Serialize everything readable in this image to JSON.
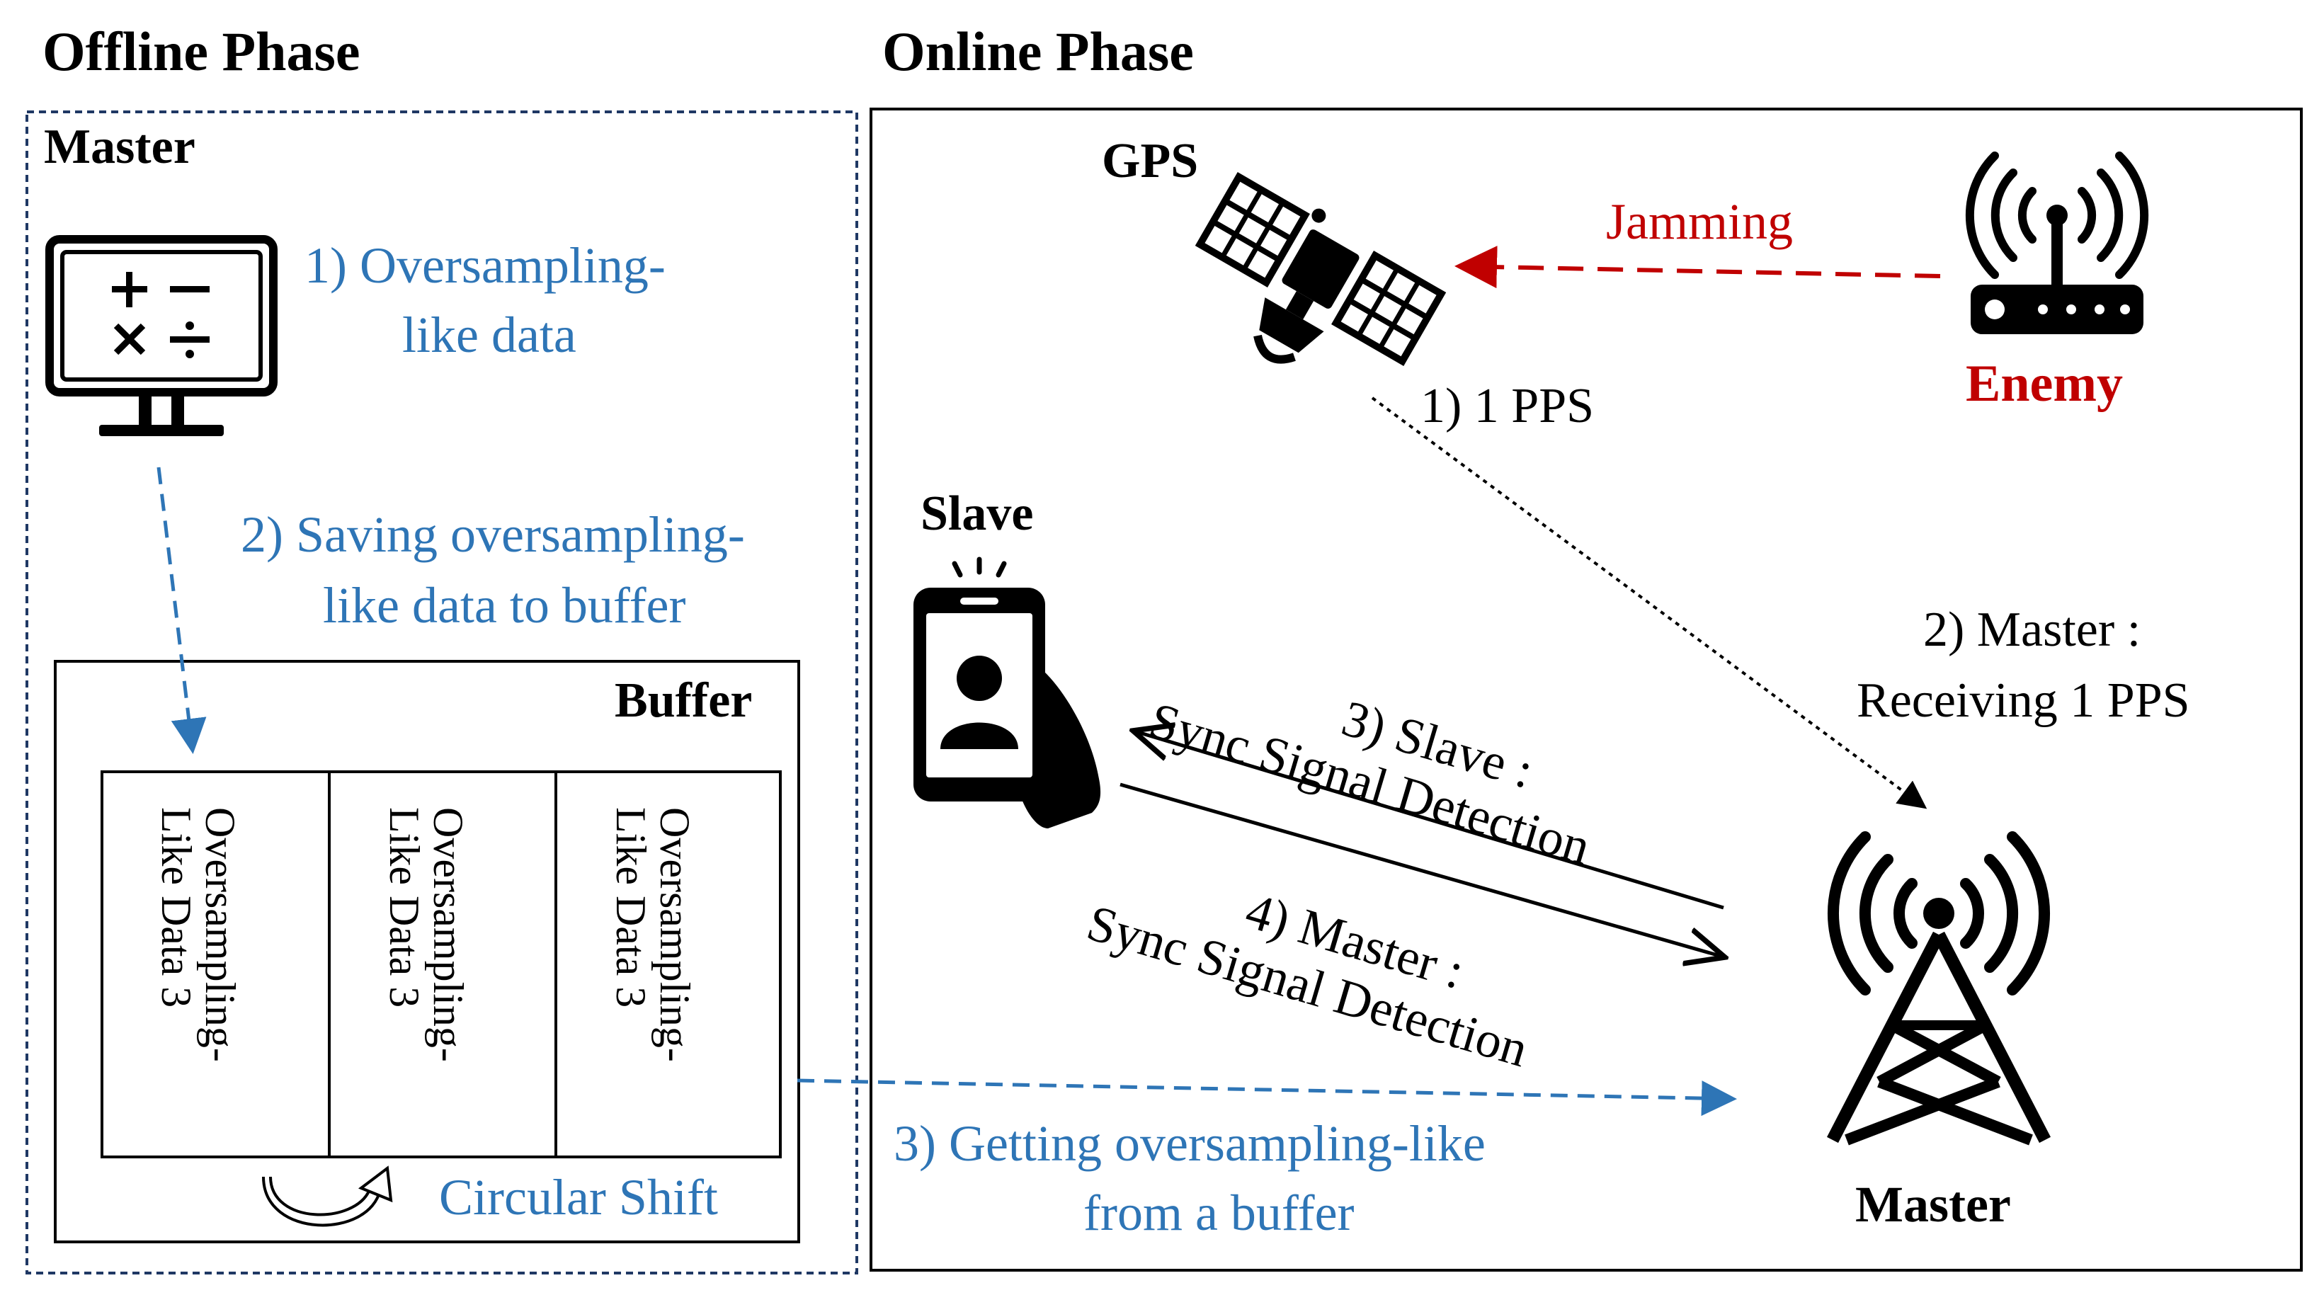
{
  "offline": {
    "title": "Offline Phase",
    "master_label": "Master",
    "step1_line1": "1) Oversampling-",
    "step1_line2": "like data",
    "step2_line1": "2) Saving oversampling-",
    "step2_line2": "like data to buffer",
    "buffer_label": "Buffer",
    "buffer_cells": [
      {
        "line1": "Oversampling-",
        "line2": "Like Data 3"
      },
      {
        "line1": "Oversampling-",
        "line2": "Like Data 3"
      },
      {
        "line1": "Oversampling-",
        "line2": "Like Data 3"
      }
    ],
    "circular_shift": "Circular Shift"
  },
  "online": {
    "title": "Online Phase",
    "gps_label": "GPS",
    "jamming_label": "Jamming",
    "enemy_label": "Enemy",
    "pps_label": "1) 1 PPS",
    "slave_label": "Slave",
    "master_rx_line1": "2) Master :",
    "master_rx_line2": "Receiving 1 PPS",
    "slave_sync_line1": "3) Slave :",
    "slave_sync_line2": "Sync Signal Detection",
    "master_sync_line1": "4) Master :",
    "master_sync_line2": "Sync Signal Detection",
    "getting_line1": "3) Getting oversampling-like",
    "getting_line2": "from a buffer",
    "master_label": "Master"
  },
  "colors": {
    "blue_text": "#2E75B6",
    "red_text": "#C00000",
    "black": "#000000"
  },
  "icons": {
    "computer": "computer-calculator-icon",
    "satellite": "satellite-icon",
    "router": "router-icon",
    "phone": "smartphone-icon",
    "tower": "cell-tower-icon",
    "circular_arrow": "circular-arrow-icon"
  }
}
